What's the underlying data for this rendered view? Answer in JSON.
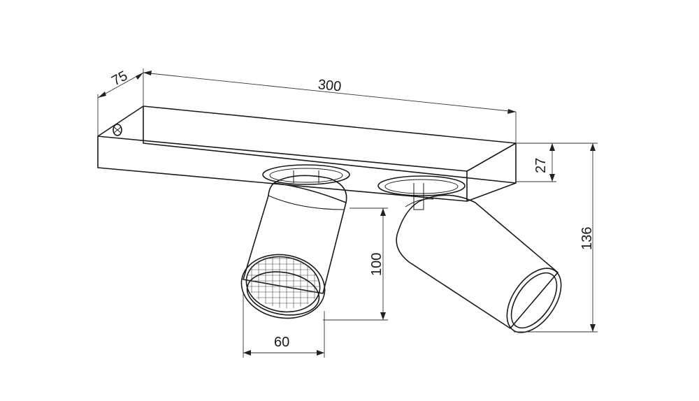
{
  "dimensions": {
    "depth": "75",
    "length": "300",
    "base_height": "27",
    "total_height": "136",
    "spot_length": "100",
    "spot_diameter": "60"
  }
}
